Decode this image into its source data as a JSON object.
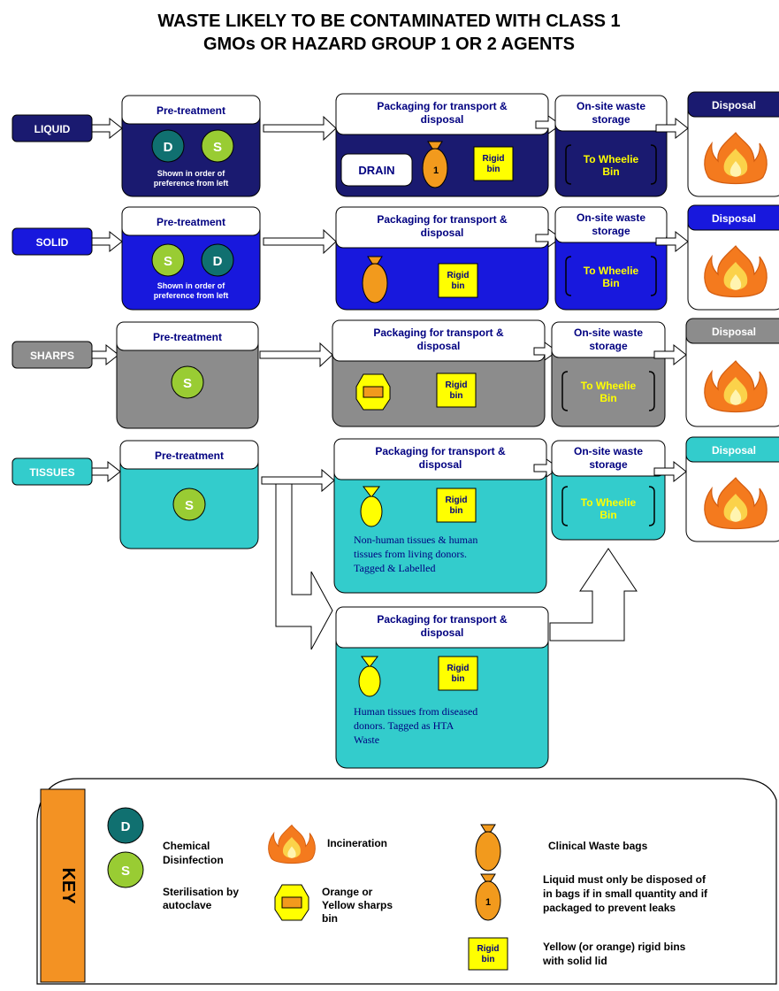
{
  "title": {
    "line1": "WASTE LIKELY TO BE CONTAMINATED WITH CLASS 1",
    "line2": "GMOs OR HAZARD GROUP 1 OR 2 AGENTS"
  },
  "labels": {
    "pretreatment": "Pre-treatment",
    "packaging_line1": "Packaging for transport &",
    "packaging_line2": "disposal",
    "storage_line1": "On-site waste",
    "storage_line2": "storage",
    "to_wheelie_line1": "To Wheelie",
    "to_wheelie_line2": "Bin",
    "disposal": "Disposal",
    "rigid_line1": "Rigid",
    "rigid_line2": "bin",
    "order_line1": "Shown in order of",
    "order_line2": "preference from left",
    "drain": "DRAIN",
    "letter_d": "D",
    "letter_s": "S",
    "bag_number": "1"
  },
  "rows": {
    "liquid": "LIQUID",
    "solid": "SOLID",
    "sharps": "SHARPS",
    "tissues": "TISSUES"
  },
  "tissue_notes": {
    "nonhuman_line1": "Non-human tissues & human",
    "nonhuman_line2": "tissues from living donors.",
    "nonhuman_line3": "Tagged & Labelled",
    "human_line1": "Human tissues from diseased",
    "human_line2": "donors. Tagged as HTA",
    "human_line3": "Waste"
  },
  "key": {
    "title": "KEY",
    "chemical_line1": "Chemical",
    "chemical_line2": "Disinfection",
    "steril_line1": "Sterilisation by",
    "steril_line2": "autoclave",
    "incineration": "Incineration",
    "sharps_line1": "Orange or",
    "sharps_line2": "Yellow sharps",
    "sharps_line3": "bin",
    "clinical_bags": "Clinical Waste bags",
    "liquid_line1": "Liquid must only be disposed of",
    "liquid_line2": "in bags if in small quantity and if",
    "liquid_line3": "packaged to prevent leaks",
    "rigid_line1": "Yellow (or orange) rigid bins",
    "rigid_line2": "with solid lid"
  },
  "colors": {
    "liquid": "#1a1a70",
    "solid": "#1818dd",
    "sharps": "#8c8c8c",
    "tissues": "#33cccc",
    "label_text": "#000080",
    "bag_orange": "#f29a1d",
    "rigid_yellow": "#ffff00",
    "disinfection_teal": "#107070",
    "autoclave_green": "#99cc33",
    "key_tab_orange": "#f39223"
  },
  "icons": {
    "disinfection": "circle-d-icon",
    "autoclave": "circle-s-icon",
    "incineration": "flame-icon",
    "clinical_bag": "clinical-waste-bag-icon",
    "sharps_bin": "sharps-bin-icon",
    "rigid_bin": "rigid-bin-icon"
  }
}
